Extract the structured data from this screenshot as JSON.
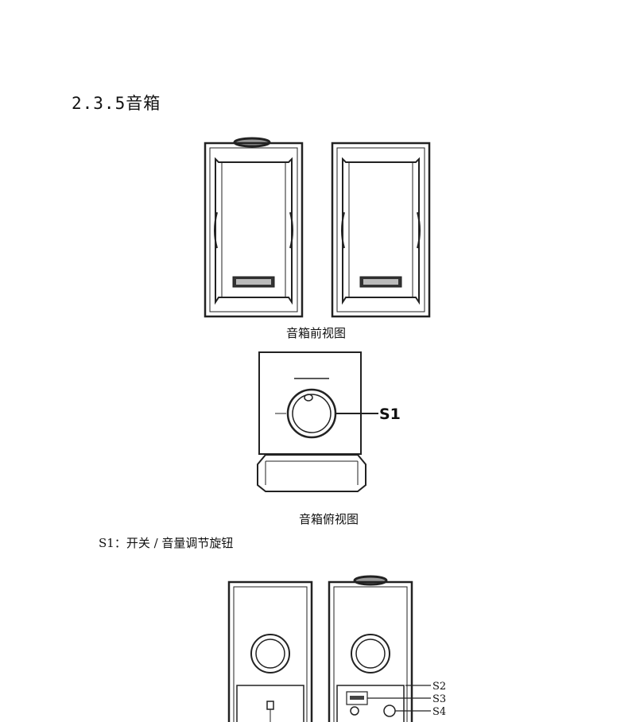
{
  "section": {
    "heading": "2.3.5音箱"
  },
  "figures": {
    "front": {
      "caption": "音箱前视图"
    },
    "top": {
      "caption": "音箱俯视图",
      "callout": "S1"
    },
    "rear": {
      "callouts": [
        "S2",
        "S3",
        "S4"
      ]
    }
  },
  "notes": {
    "s1": "S1：开关 / 音量调节旋钮"
  }
}
